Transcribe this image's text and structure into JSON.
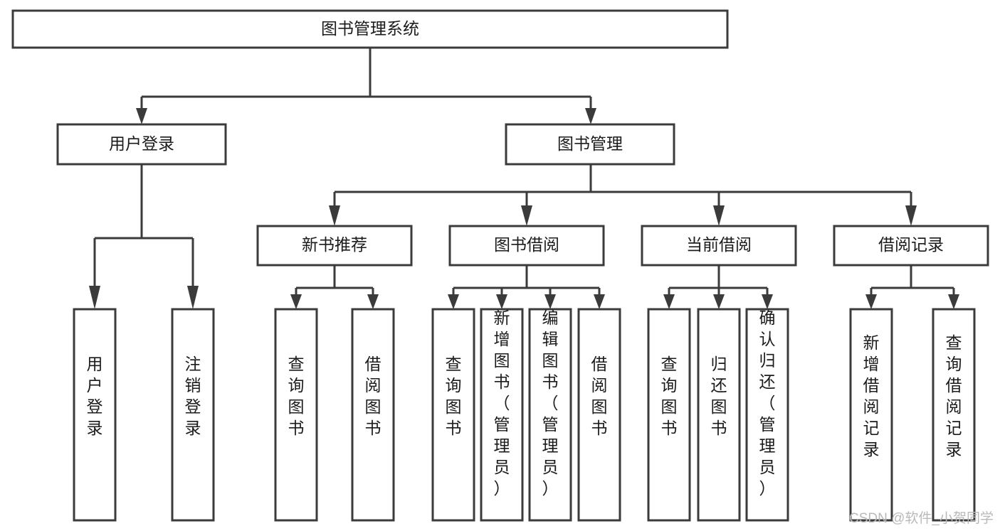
{
  "diagram": {
    "type": "tree-hierarchy-chart",
    "title": "图书管理系统",
    "colors": {
      "background": "#ffffff",
      "box_stroke": "#3b3b3b",
      "box_fill": "#ffffff",
      "text": "#1b1b1b",
      "watermark": "#b9b9b9"
    },
    "root": {
      "label": "图书管理系统",
      "orientation": "horizontal"
    },
    "level2": [
      {
        "label": "用户登录",
        "orientation": "horizontal"
      },
      {
        "label": "图书管理",
        "orientation": "horizontal"
      }
    ],
    "level3": [
      {
        "label": "新书推荐",
        "orientation": "horizontal"
      },
      {
        "label": "图书借阅",
        "orientation": "horizontal"
      },
      {
        "label": "当前借阅",
        "orientation": "horizontal"
      },
      {
        "label": "借阅记录",
        "orientation": "horizontal"
      }
    ],
    "leaves_user_login": [
      {
        "label": "用户登录",
        "orientation": "vertical"
      },
      {
        "label": "注销登录",
        "orientation": "vertical"
      }
    ],
    "leaves_new_book": [
      {
        "label": "查询图书",
        "orientation": "vertical"
      },
      {
        "label": "借阅图书",
        "orientation": "vertical"
      }
    ],
    "leaves_borrow": [
      {
        "label": "查询图书",
        "orientation": "vertical"
      },
      {
        "label": "新增图书（管理员）",
        "orientation": "vertical"
      },
      {
        "label": "编辑图书（管理员）",
        "orientation": "vertical"
      },
      {
        "label": "借阅图书",
        "orientation": "vertical"
      }
    ],
    "leaves_current": [
      {
        "label": "查询图书",
        "orientation": "vertical"
      },
      {
        "label": "归还图书",
        "orientation": "vertical"
      },
      {
        "label": "确认归还（管理员）",
        "orientation": "vertical"
      }
    ],
    "leaves_record": [
      {
        "label": "新增借阅记录",
        "orientation": "vertical"
      },
      {
        "label": "查询借阅记录",
        "orientation": "vertical"
      }
    ],
    "watermark": "CSDN @软件_小贺同学"
  }
}
